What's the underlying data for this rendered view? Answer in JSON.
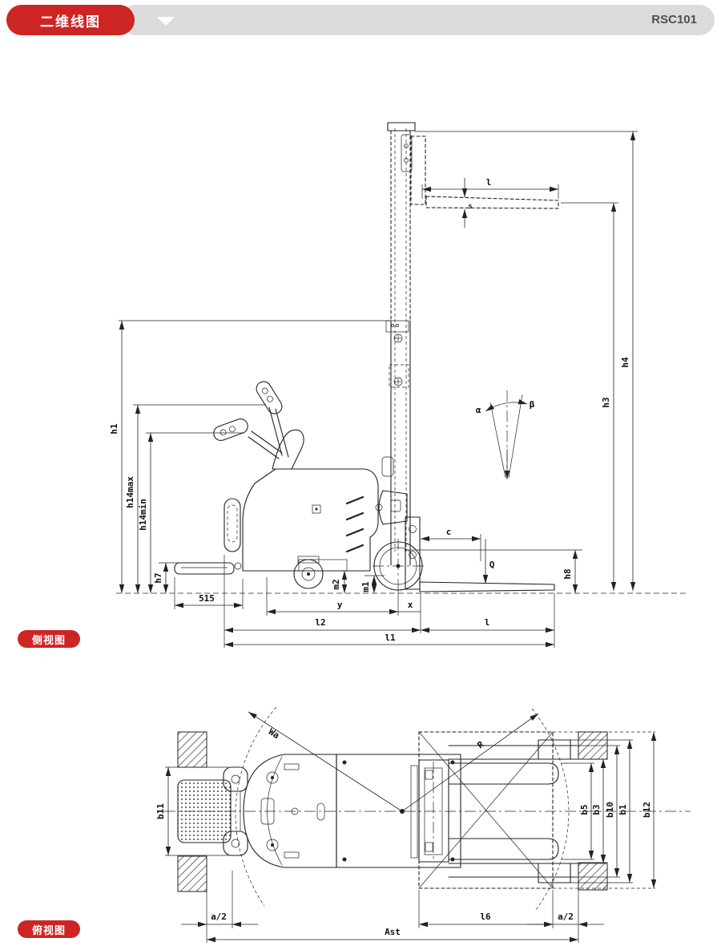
{
  "header": {
    "tab_label": "二维线图",
    "model": "RSC101",
    "chevron_icon": "chevron-down"
  },
  "colors": {
    "accent_red": "#cd2524",
    "bar_gray": "#dbdbdb",
    "line": "#222222"
  },
  "side_view": {
    "badge": "侧视图",
    "labels": {
      "h1": "h1",
      "h14max": "h14max",
      "h14min": "h14min",
      "h7": "h7",
      "step_depth": "515",
      "m1": "m1",
      "m2": "m2",
      "y": "y",
      "x": "x",
      "l2": "l2",
      "l1": "l1",
      "l": "l",
      "s": "s",
      "c": "c",
      "Q": "Q",
      "h8": "h8",
      "h3": "h3",
      "h4": "h4",
      "alpha": "α",
      "beta": "β"
    }
  },
  "top_view": {
    "badge": "俯视图",
    "labels": {
      "Wa": "Wa",
      "R": "R",
      "b11": "b11",
      "b5": "b5",
      "b3": "b3",
      "b10": "b10",
      "b1": "b1",
      "b12": "b12",
      "l6": "l6",
      "a2_left": "a/2",
      "a2_right": "a/2",
      "Ast": "Ast"
    }
  }
}
